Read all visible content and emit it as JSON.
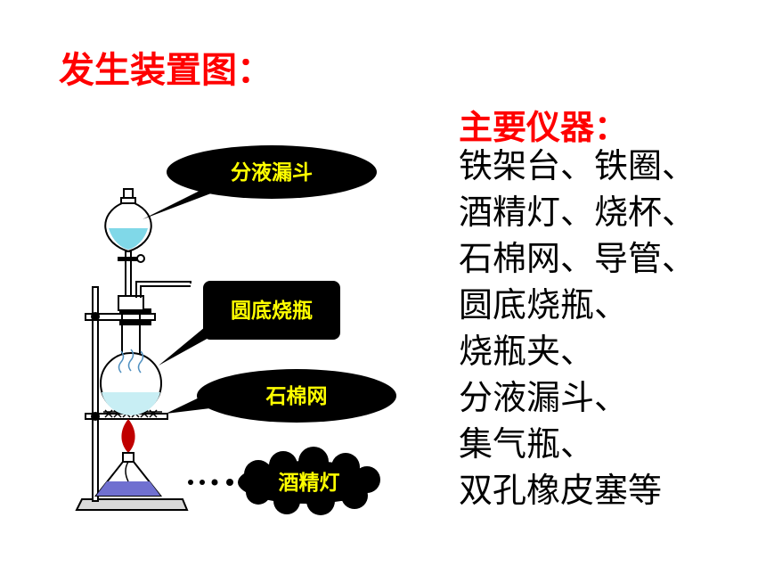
{
  "title": "发生装置图：",
  "instruments": {
    "heading": "主要仪器：",
    "items": [
      "铁架台、铁圈、",
      "酒精灯、烧杯、",
      "石棉网、导管、",
      "圆底烧瓶、",
      "烧瓶夹、",
      "分液漏斗、",
      "集气瓶、",
      "双孔橡皮塞等"
    ]
  },
  "callouts": {
    "funnel": "分液漏斗",
    "flask": "圆底烧瓶",
    "gauze": "石棉网",
    "lamp": "酒精灯"
  },
  "colors": {
    "heading": "#ff0000",
    "callout_fill": "#000000",
    "callout_text": "#ffff00",
    "liquid": "#80d8e8",
    "lamp_fuel": "#7070d0",
    "flame": "#c00000"
  }
}
